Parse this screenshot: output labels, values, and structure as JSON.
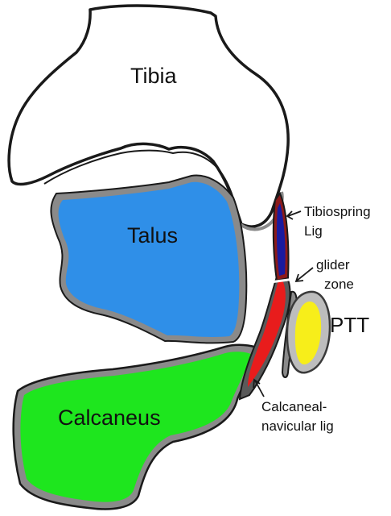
{
  "labels": {
    "tibia": "Tibia",
    "talus": "Talus",
    "calcaneus": "Calcaneus",
    "ptt": "PTT",
    "tibiospring_line1": "Tibiospring",
    "tibiospring_line2": "Lig",
    "glider_line1": "glider",
    "glider_line2": "zone",
    "calc_nav_line1": "Calcaneal-",
    "calc_nav_line2": "navicular lig"
  },
  "colors": {
    "talus": "#2f8fe8",
    "calcaneus": "#1ee61e",
    "tibiospring_ligament": "#1a1a9e",
    "calcaneonavicular_ligament": "#e81c1c",
    "ptt": "#f7ee1a",
    "outline": "#1a1a1a",
    "capsule": "#8a8a8a"
  }
}
